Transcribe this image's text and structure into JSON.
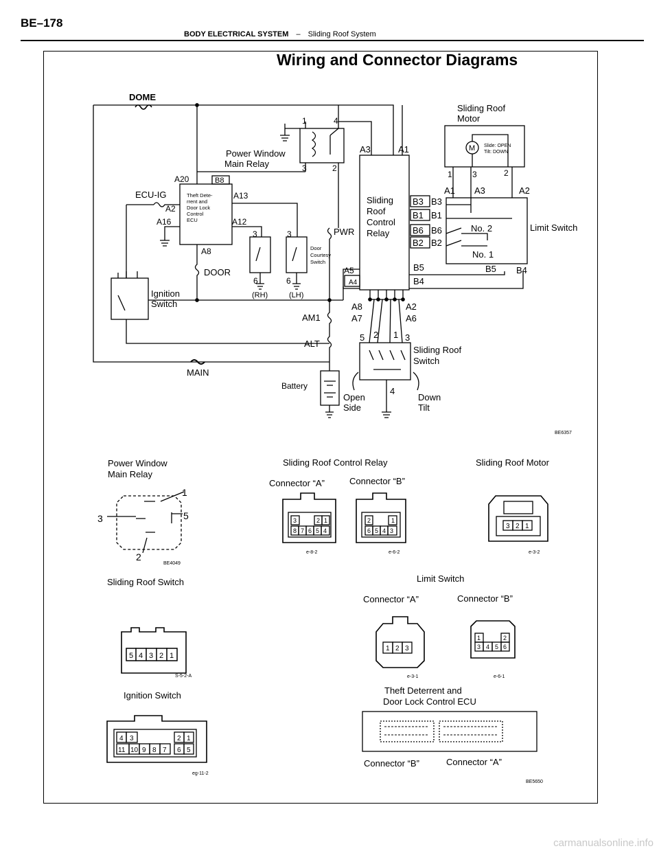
{
  "header": {
    "page_code": "BE–178",
    "section": "BODY ELECTRICAL SYSTEM",
    "separator": "–",
    "subsection": "Sliding Roof System"
  },
  "title": "Wiring and Connector Diagrams",
  "wiring": {
    "fuses": {
      "dome": "DOME",
      "ecu_ig": "ECU-IG",
      "door": "DOOR",
      "pwr": "PWR",
      "am1": "AM1",
      "alt": "ALT",
      "main": "MAIN"
    },
    "power_window_relay": {
      "name_line1": "Power Window",
      "name_line2": "Main Relay",
      "pins": [
        "1",
        "4",
        "3",
        "2"
      ]
    },
    "ecu": {
      "name_lines": [
        "Theft Dete-",
        "rrent and",
        "Door Lock",
        "Control",
        "ECU"
      ],
      "pins": [
        "A20",
        "B8",
        "A2",
        "A16",
        "A13",
        "A12",
        "A8"
      ]
    },
    "courtesy_switch": {
      "name_lines": [
        "Door",
        "Courtesy",
        "Switch"
      ],
      "rh": "(RH)",
      "lh": "(LH)",
      "pins": [
        "3",
        "3",
        "6",
        "6"
      ]
    },
    "ignition_switch": {
      "line1": "Ignition",
      "line2": "Switch"
    },
    "control_relay": {
      "name_lines": [
        "Sliding",
        "Roof",
        "Control",
        "Relay"
      ],
      "top_pins": [
        "A3",
        "A1"
      ],
      "right_pins": [
        "B3",
        "B1",
        "B6",
        "B2",
        "B5",
        "B4"
      ],
      "left_pins": [
        "A5",
        "A4"
      ],
      "bottom_pins": [
        "A8",
        "A7",
        "A2",
        "A6"
      ]
    },
    "motor": {
      "name_line1": "Sliding Roof",
      "name_line2": "Motor",
      "symbol": "M",
      "note1": "Slide: OPEN",
      "note2": "Tilt: DOWN",
      "pins": [
        "1",
        "3",
        "2"
      ]
    },
    "limit_switch": {
      "name": "Limit Switch",
      "left_pins": [
        "B3",
        "B1",
        "B6",
        "B2"
      ],
      "top_pins": [
        "A1",
        "A3",
        "A2"
      ],
      "bottom_pins": [
        "B5",
        "B4"
      ],
      "no2": "No. 2",
      "no1": "No. 1"
    },
    "roof_switch": {
      "name_line1": "Sliding Roof",
      "name_line2": "Switch",
      "pins": [
        "5",
        "2",
        "1",
        "3",
        "4"
      ],
      "open_line1": "Open",
      "open_line2": "Side",
      "down_line1": "Down",
      "down_line2": "Tilt"
    },
    "battery": "Battery",
    "code": "BE6357"
  },
  "connectors": {
    "pw_relay": {
      "title_line1": "Power Window",
      "title_line2": "Main Relay",
      "pins": [
        "1",
        "3",
        "5",
        "2"
      ],
      "code": "BE4049"
    },
    "control_relay": {
      "title": "Sliding Roof Control Relay",
      "a_label": "Connector “A”",
      "b_label": "Connector “B”",
      "a_top": [
        "3",
        "2",
        "1"
      ],
      "a_bottom": [
        "8",
        "7",
        "6",
        "5",
        "4"
      ],
      "b_top": [
        "2",
        "1"
      ],
      "b_bottom": [
        "6",
        "5",
        "4",
        "3"
      ],
      "a_code": "e-8-2",
      "b_code": "e-6-2"
    },
    "motor": {
      "title": "Sliding Roof Motor",
      "pins": [
        "3",
        "2",
        "1"
      ],
      "code": "e-3-2"
    },
    "roof_switch": {
      "title": "Sliding Roof Switch",
      "pins": [
        "5",
        "4",
        "3",
        "2",
        "1"
      ],
      "code": "S-5-2-A"
    },
    "limit_switch": {
      "title": "Limit Switch",
      "a_label": "Connector “A”",
      "b_label": "Connector “B”",
      "a_pins": [
        "1",
        "2",
        "3"
      ],
      "b_top": [
        "1",
        "2"
      ],
      "b_bottom": [
        "3",
        "4",
        "5",
        "6"
      ],
      "a_code": "e-3-1",
      "b_code": "e-6-1"
    },
    "ignition": {
      "title": "Ignition Switch",
      "top_left": [
        "4",
        "3"
      ],
      "top_right": [
        "2",
        "1"
      ],
      "bottom": [
        "11",
        "10",
        "9",
        "8",
        "7",
        "6",
        "5"
      ],
      "code": "eg-11-2"
    },
    "ecu": {
      "title_line1": "Theft Deterrent and",
      "title_line2": "Door Lock Control ECU",
      "b_label": "Connector “B”",
      "a_label": "Connector “A”",
      "code": "BE5650"
    }
  },
  "watermark": "carmanualsonline.info"
}
